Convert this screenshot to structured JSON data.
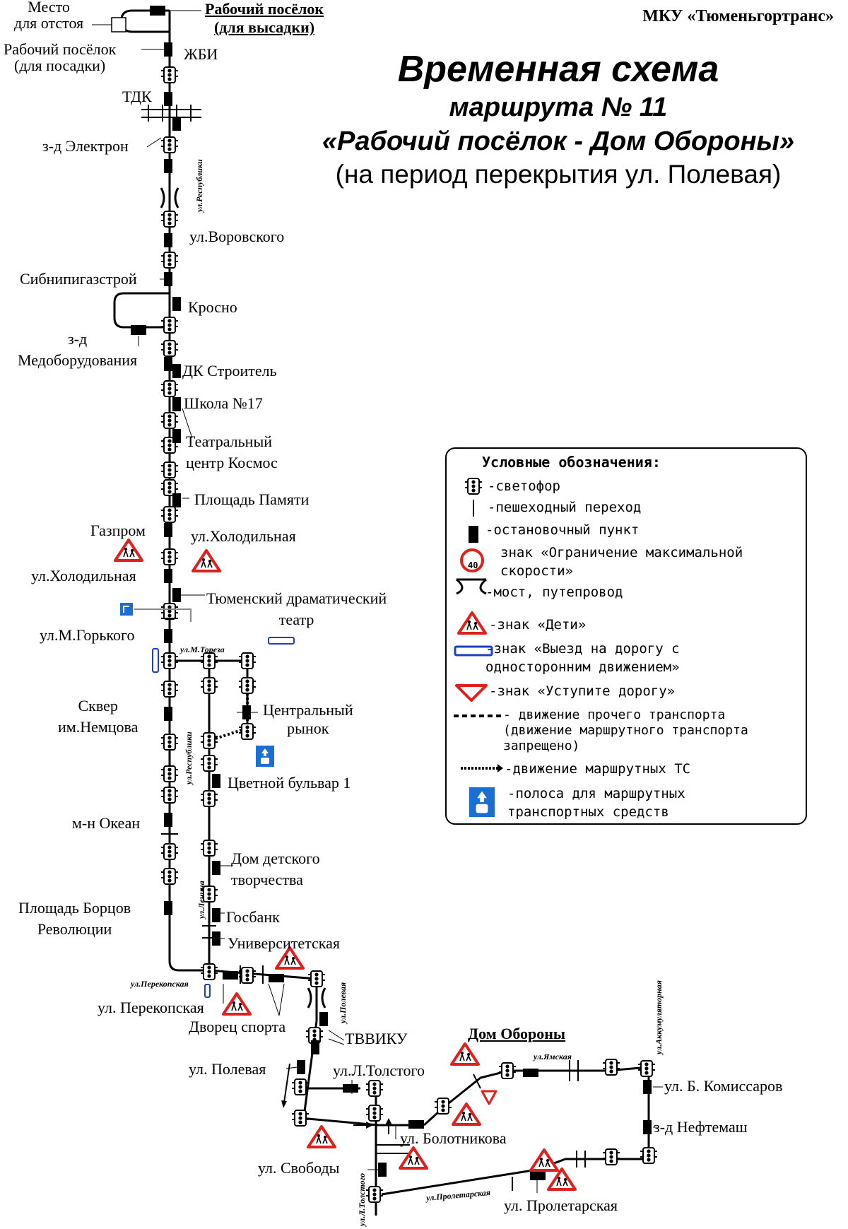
{
  "organization": "МКУ «Тюменьгортранс»",
  "title": {
    "line1": "Временная схема",
    "line2": "маршрута № 11",
    "line3": "«Рабочий посёлок - Дом Обороны»",
    "line4": "(на период перекрытия ул. Полевая)"
  },
  "terminals": {
    "start": "Рабочий посёлок\n(для высадки)",
    "end": "Дом Обороны"
  },
  "stops": {
    "mesto": "Место\nдля отстоя",
    "rab_posadka": "Рабочий посёлок\n(для посадки)",
    "zhbi": "ЖБИ",
    "tdk": "ТДК",
    "elektron": "з-д Электрон",
    "vorovskogo": "ул.Воровского",
    "sibnipi": "Сибнипигазстрой",
    "krosno": "Кросно",
    "medoborud": "з-д\nМедоборудования",
    "dk_stroitel": "ДК Строитель",
    "shkola17": "Школа №17",
    "kosmos": "Театральный\nцентр Космос",
    "ploshchad_pamyati": "Площадь Памяти",
    "gazprom": "Газпром",
    "holodilnaya_r": "ул.Холодильная",
    "holodilnaya_l": "ул.Холодильная",
    "drama": "Тюменский драматический\nтеатр",
    "gorkogo": "ул.М.Горького",
    "skver": "Сквер\nим.Немцова",
    "rynok": "Центральный\nрынок",
    "tsvetnoy": "Цветной бульвар 1",
    "okean": "м-н Океан",
    "ddt": "Дом детского\nтворчества",
    "borcov": "Площадь Борцов\nРеволюции",
    "gosbank": "Госбанк",
    "universitet": "Университетская",
    "perekopskaya": "ул. Перекопская",
    "dvorets": "Дворец спорта",
    "tvviku": "ТВВИКУ",
    "polevaya": "ул. Полевая",
    "tolstogo": "ул.Л.Толстого",
    "bolotnikova": "ул. Болотникова",
    "svobody": "ул. Свободы",
    "komissarov": "ул. Б. Комиссаров",
    "neftemash": "з-д Нефтемаш",
    "proletarskaya": "ул. Пролетарская"
  },
  "streets": {
    "respubliki_top": "ул.Республики",
    "toreza": "ул.М.Тореза",
    "respubliki_mid": "ул.Республики",
    "lenina": "ул.Ленина",
    "perekopskaya": "ул.Перекопская",
    "polevaya": "ул.Полевая",
    "yamskaya": "ул.Ямская",
    "akkumulyatornaya": "ул.Аккумуляторная",
    "proletarskaya": "ул.Пролетарская",
    "tolstogo": "ул.Л.Толстого"
  },
  "legend": {
    "title": "Условные обозначения:",
    "items": [
      {
        "icon": "traffic-light-icon",
        "text": "-светофор"
      },
      {
        "icon": "pedestrian-crossing-icon",
        "text": "-пешеходный переход"
      },
      {
        "icon": "stop-point-icon",
        "text": "-остановочный пункт"
      },
      {
        "icon": "speed-limit-icon",
        "text": "знак «Ограничение максимальной\nскорости»",
        "sign_value": "40"
      },
      {
        "icon": "bridge-icon",
        "text": "-мост, путепровод"
      },
      {
        "icon": "children-sign-icon",
        "text": "-знак «Дети»"
      },
      {
        "icon": "one-way-exit-icon",
        "text": "-знак «Выезд на дорогу с\nодносторонним движением»"
      },
      {
        "icon": "yield-sign-icon",
        "text": "-знак «Уступите дорогу»"
      },
      {
        "icon": "dashed-line-icon",
        "text": "- движение прочего транспорта\n(движение маршрутного транспорта\nзапрещено)"
      },
      {
        "icon": "route-arrows-icon",
        "text": "-движение маршрутных ТС"
      },
      {
        "icon": "bus-lane-icon",
        "text": "-полоса для маршрутных\nтранспортных средств"
      }
    ]
  },
  "colors": {
    "sign_red": "#e0201c",
    "sign_blue": "#1a6fd4",
    "line": "#000000"
  }
}
